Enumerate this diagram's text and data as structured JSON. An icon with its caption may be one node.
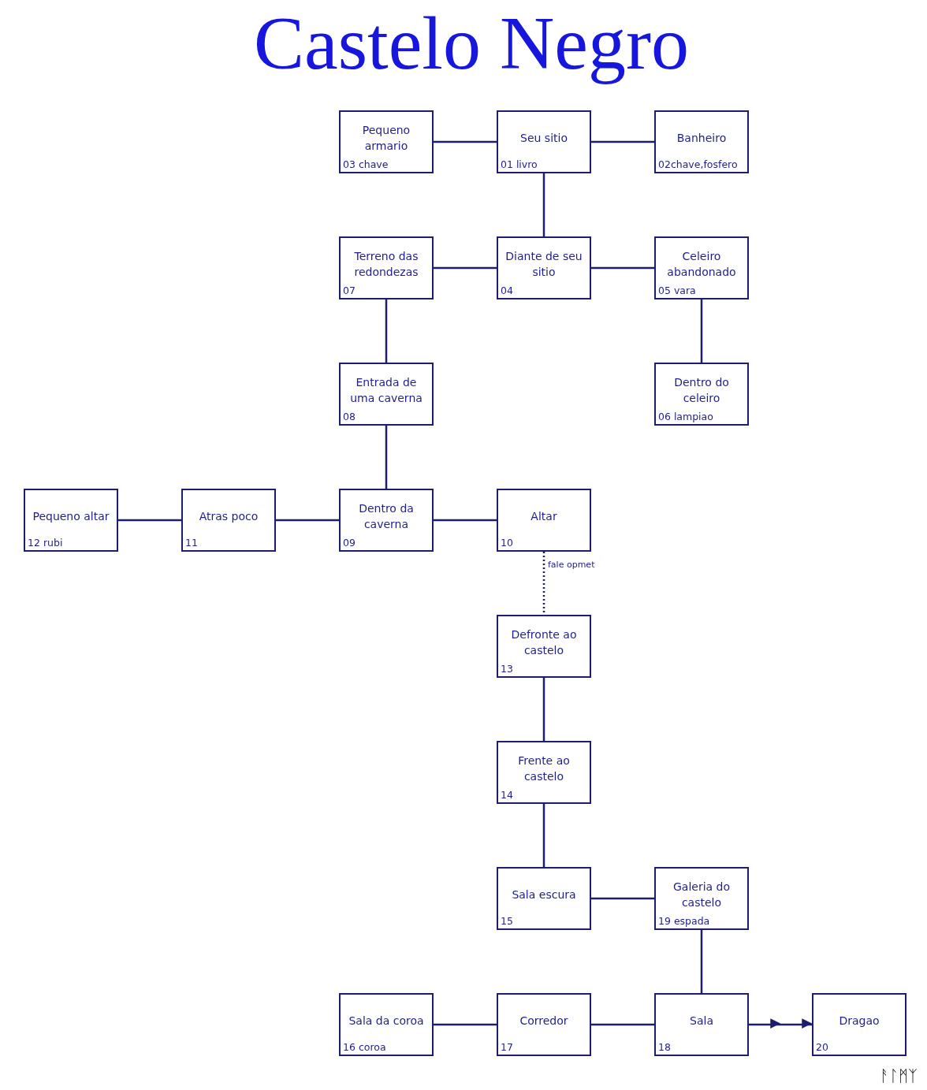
{
  "diagram": {
    "title": "Castelo Negro",
    "nodes": [
      {
        "text": [
          "Pequeno armario",
          "03 chave"
        ]
      },
      {
        "text": [
          "Seu sitio",
          "01 livro"
        ]
      },
      {
        "text": [
          "Banheiro",
          "02chave,fosfero"
        ]
      },
      {
        "text": [
          "Terreno das redondezas",
          "07"
        ]
      },
      {
        "text": [
          "Diante de seu sitio",
          "04"
        ]
      },
      {
        "text": [
          "Celeiro abandonado",
          "05 vara"
        ]
      },
      {
        "text": [
          "Entrada de uma caverna",
          "08"
        ]
      },
      {
        "text": [
          "Dentro do celeiro",
          "06 lampiao"
        ]
      },
      {
        "text": [
          "Pequeno altar",
          "12 rubi"
        ]
      },
      {
        "text": [
          "Atras poco",
          "11"
        ]
      },
      {
        "text": [
          "Dentro da caverna",
          "09"
        ]
      },
      {
        "text": [
          "Altar",
          "10"
        ]
      },
      {
        "text": [
          "Defronte ao castelo",
          "13"
        ]
      },
      {
        "text": [
          "Frente ao castelo",
          "14"
        ]
      },
      {
        "text": [
          "Sala escura",
          "15"
        ]
      },
      {
        "text": [
          "Galeria do castelo",
          "19 espada"
        ]
      },
      {
        "text": [
          "Sala da coroa",
          "16 coroa"
        ]
      },
      {
        "text": [
          "Corredor",
          "17"
        ]
      },
      {
        "text": [
          "Sala",
          "18"
        ]
      },
      {
        "text": [
          "Dragao",
          "20"
        ]
      }
    ],
    "edges": [
      {
        "from": 0,
        "to": 1,
        "arrow": "none"
      },
      {
        "from": 1,
        "to": 2,
        "arrow": "none"
      },
      {
        "from": 1,
        "to": 4,
        "arrow": "none"
      },
      {
        "from": 3,
        "to": 4,
        "arrow": "none"
      },
      {
        "from": 4,
        "to": 5,
        "arrow": "none"
      },
      {
        "from": 3,
        "to": 6,
        "arrow": "none"
      },
      {
        "from": 5,
        "to": 7,
        "arrow": "none"
      },
      {
        "from": 6,
        "to": 10,
        "arrow": "none"
      },
      {
        "from": 8,
        "to": 9,
        "arrow": "none"
      },
      {
        "from": 9,
        "to": 10,
        "arrow": "none"
      },
      {
        "from": 10,
        "to": 11,
        "arrow": "none"
      },
      {
        "from": 11,
        "to": 12,
        "arrow": "none",
        "label": "fale opmet",
        "style": "dashed"
      },
      {
        "from": 12,
        "to": 13,
        "arrow": "none"
      },
      {
        "from": 13,
        "to": 14,
        "arrow": "none"
      },
      {
        "from": 14,
        "to": 15,
        "arrow": "none"
      },
      {
        "from": 15,
        "to": 18,
        "arrow": "none"
      },
      {
        "from": 16,
        "to": 17,
        "arrow": "none"
      },
      {
        "from": 17,
        "to": 18,
        "arrow": "none"
      },
      {
        "from": 18,
        "to": 19,
        "arrow": "to"
      }
    ],
    "labels": [
      "ᚨᛚᛗᛉ"
    ]
  }
}
